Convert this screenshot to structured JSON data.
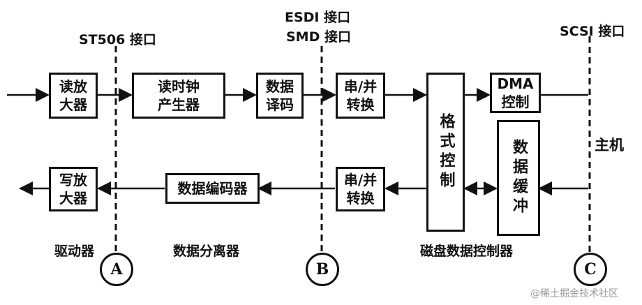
{
  "interfaces": {
    "st506": "ST506 接口",
    "esdi": "ESDI 接口",
    "smd": "SMD 接口",
    "scsi": "SCSI 接口"
  },
  "boxes": {
    "read_amp": [
      "读放",
      "大器"
    ],
    "read_clock": [
      "读时钟",
      "产生器"
    ],
    "data_decode": [
      "数据",
      "译码"
    ],
    "sp_top": [
      "串/并",
      "转换"
    ],
    "dma": [
      "DMA",
      "控制"
    ],
    "format_ctrl": "格式控制",
    "data_buffer": "数据缓冲",
    "write_amp": [
      "写放",
      "大器"
    ],
    "data_encoder": "数据编码器",
    "sp_bottom": [
      "串/并",
      "转换"
    ]
  },
  "labels": {
    "host": "主机",
    "driver": "驱动器",
    "data_separator": "数据分离器",
    "disk_controller": "磁盘数据控制器"
  },
  "markers": [
    "A",
    "B",
    "C"
  ],
  "watermark": "@稀土掘金技术社区"
}
